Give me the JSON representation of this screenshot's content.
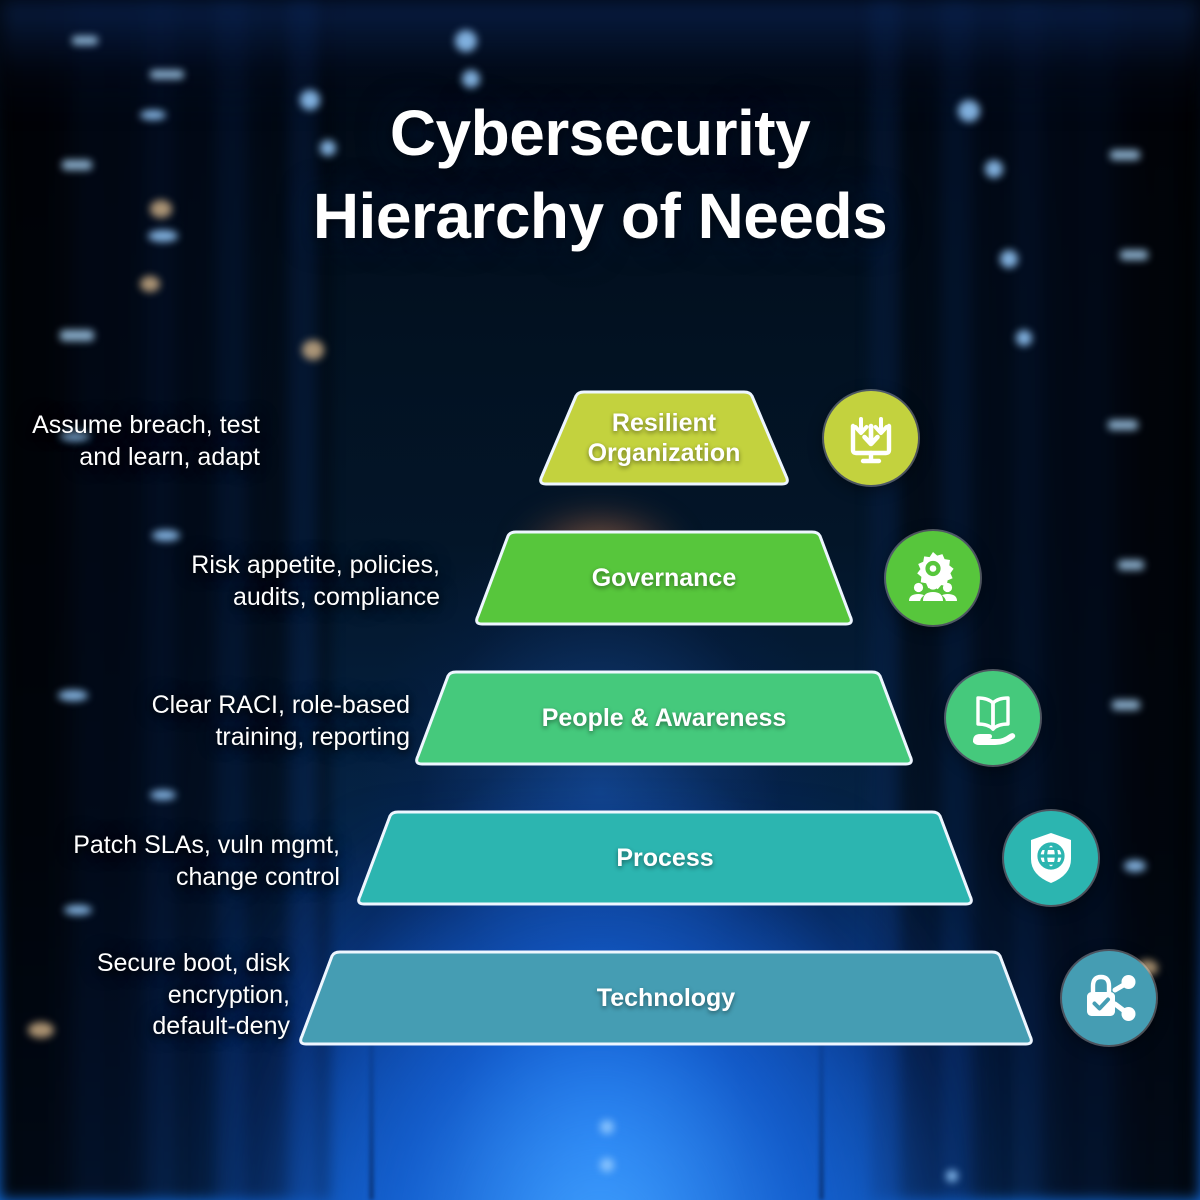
{
  "title": {
    "line1": "Cybersecurity",
    "line2": "Hierarchy of Needs"
  },
  "colors": {
    "tier_resilient": "#c3d23e",
    "tier_governance": "#5cc githubPLACEHOLDER",
    "governance": "#57c63c",
    "people": "#45c97c",
    "process": "#2cb5b0",
    "technology": "#459db3",
    "text": "#ffffff",
    "outline": "#eef6ff"
  },
  "pyramid": {
    "tiers": [
      {
        "level": 5,
        "label": "Resilient\nOrganization",
        "description": "Assume breach, test\nand learn, adapt",
        "color": "#c3d23e",
        "icon": "monitor-download-icon"
      },
      {
        "level": 4,
        "label": "Governance",
        "description": "Risk appetite, policies,\naudits, compliance",
        "color": "#57c63c",
        "icon": "gear-people-icon"
      },
      {
        "level": 3,
        "label": "People & Awareness",
        "description": "Clear RACI, role-based\ntraining, reporting",
        "color": "#45c97c",
        "icon": "book-hand-icon"
      },
      {
        "level": 2,
        "label": "Process",
        "description": "Patch SLAs, vuln mgmt,\nchange control",
        "color": "#2cb5b0",
        "icon": "shield-globe-icon"
      },
      {
        "level": 1,
        "label": "Technology",
        "description": "Secure boot, disk\nencryption,\ndefault-deny",
        "color": "#459db3",
        "icon": "lock-share-icon"
      }
    ]
  }
}
